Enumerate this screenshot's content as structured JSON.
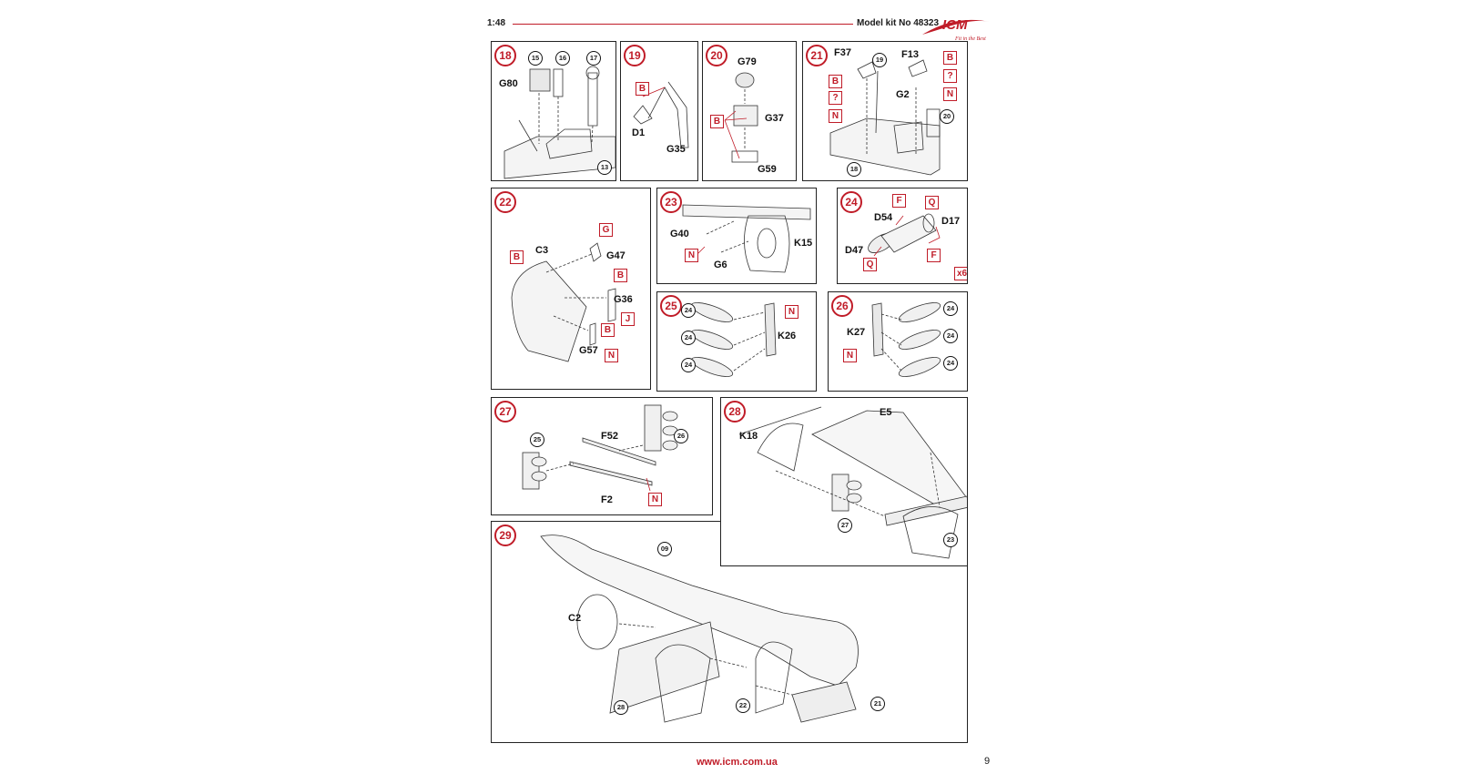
{
  "header": {
    "scale": "1:48",
    "kit": "Model kit No 48323",
    "brand": "ICM",
    "brand_tagline": "Fit in the Best"
  },
  "footer": {
    "url": "www.icm.com.ua",
    "page": "9"
  },
  "steps": {
    "s18": {
      "num": "18",
      "labels": {
        "g80": "G80"
      },
      "refs": {
        "r15": "15",
        "r16": "16",
        "r17": "17",
        "r13": "13"
      }
    },
    "s19": {
      "num": "19",
      "labels": {
        "d1": "D1",
        "g35": "G35"
      },
      "marks": {
        "b": "B"
      }
    },
    "s20": {
      "num": "20",
      "labels": {
        "g79": "G79",
        "g37": "G37",
        "g59": "G59"
      },
      "marks": {
        "b": "B"
      }
    },
    "s21": {
      "num": "21",
      "labels": {
        "f37": "F37",
        "f13": "F13",
        "g2": "G2"
      },
      "marks": {
        "b1": "B",
        "q1": "?",
        "n1": "N",
        "b2": "B",
        "q2": "?",
        "n2": "N"
      },
      "refs": {
        "r19": "19",
        "r20": "20",
        "r18": "18"
      }
    },
    "s22": {
      "num": "22",
      "labels": {
        "c3": "C3",
        "g47": "G47",
        "g36": "G36",
        "g57": "G57"
      },
      "marks": {
        "g": "G",
        "b1": "B",
        "b2": "B",
        "j": "J",
        "b3": "B",
        "n": "N"
      }
    },
    "s23": {
      "num": "23",
      "labels": {
        "g40": "G40",
        "g6": "G6",
        "k15": "K15"
      },
      "marks": {
        "n": "N"
      }
    },
    "s24": {
      "num": "24",
      "labels": {
        "d54": "D54",
        "d17": "D17",
        "d47": "D47"
      },
      "marks": {
        "f1": "F",
        "q1": "Q",
        "f2": "F",
        "q2": "Q"
      },
      "qty": "x6"
    },
    "s25": {
      "num": "25",
      "labels": {
        "k26": "K26"
      },
      "marks": {
        "n": "N"
      },
      "refs": {
        "a": "24",
        "b": "24",
        "c": "24"
      }
    },
    "s26": {
      "num": "26",
      "labels": {
        "k27": "K27"
      },
      "marks": {
        "n": "N"
      },
      "refs": {
        "a": "24",
        "b": "24",
        "c": "24"
      }
    },
    "s27": {
      "num": "27",
      "labels": {
        "f52": "F52",
        "f2": "F2"
      },
      "marks": {
        "n": "N"
      },
      "refs": {
        "r25": "25",
        "r26": "26"
      }
    },
    "s28": {
      "num": "28",
      "labels": {
        "e5": "E5",
        "k18": "K18"
      },
      "refs": {
        "r27": "27",
        "r23": "23"
      }
    },
    "s29": {
      "num": "29",
      "labels": {
        "c2": "C2"
      },
      "refs": {
        "r09": "09",
        "r28": "28",
        "r22": "22",
        "r21": "21"
      }
    }
  },
  "colors": {
    "accent": "#c01c28",
    "ink": "#1a1a1a"
  }
}
